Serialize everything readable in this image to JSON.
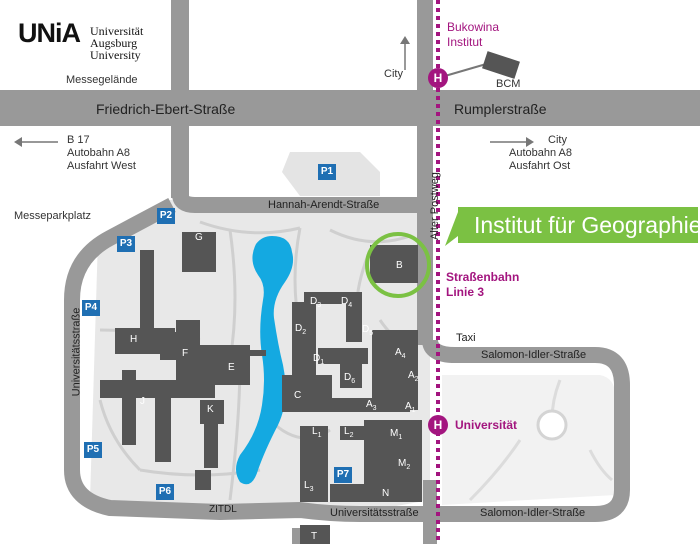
{
  "logo": {
    "mark": "UNiA",
    "line1": "Universität",
    "line2": "Augsburg",
    "line3": "University"
  },
  "areas": {
    "messegelaende": "Messegelände",
    "messeparkplatz": "Messeparkplatz",
    "bcm": "BCM",
    "bukowina_line1": "Bukowina",
    "bukowina_line2": "Institut"
  },
  "directions": {
    "city_north": "City",
    "west_line1": "B 17",
    "west_line2": "Autobahn A8",
    "west_line3": "Ausfahrt West",
    "east_line1": "City",
    "east_line2": "Autobahn A8",
    "east_line3": "Ausfahrt Ost"
  },
  "streets": {
    "friedrich_ebert": "Friedrich-Ebert-Straße",
    "rumpler": "Rumplerstraße",
    "hannah_arendt": "Hannah-Arendt-Straße",
    "alter_postweg": "Alter Postweg",
    "universitaets_west": "Universitätsstraße",
    "universitaets_south": "Universitätsstraße",
    "salomon_north": "Salomon-Idler-Straße",
    "salomon_south": "Salomon-Idler-Straße"
  },
  "callout": {
    "institut": "Institut für Geographie",
    "tram_line1": "Straßenbahn",
    "tram_line2": "Linie 3"
  },
  "stops": {
    "h_symbol": "H",
    "universitaet": "Universität",
    "taxi": "Taxi"
  },
  "parking": [
    "P1",
    "P2",
    "P3",
    "P4",
    "P5",
    "P6",
    "P7"
  ],
  "buildings": {
    "G": "G",
    "B": "B",
    "H": "H",
    "F": "F",
    "E": "E",
    "J": "J",
    "K": "K",
    "C": "C",
    "T": "T",
    "N": "N",
    "D1": "D",
    "D2": "D",
    "D3": "D",
    "D4": "D",
    "D5": "D",
    "D6": "D",
    "A1": "A",
    "A2": "A",
    "A3": "A",
    "A4": "A",
    "M1": "M",
    "M2": "M",
    "L1": "L",
    "L2": "L",
    "L3": "L",
    "zitdl": "ZITDL"
  },
  "subscripts": {
    "D1": "1",
    "D2": "2",
    "D3": "3",
    "D4": "4",
    "D5": "5",
    "D6": "6",
    "A1": "1",
    "A2": "2",
    "A3": "3",
    "A4": "4",
    "M1": "1",
    "M2": "2",
    "L1": "1",
    "L2": "2",
    "L3": "3"
  },
  "colors": {
    "road": "#999999",
    "building": "#555555",
    "campus": "#e8e8e8",
    "tram": "#a3157f",
    "callout": "#7bc143",
    "parking": "#1f6fb3",
    "lake": "#14a9e1",
    "footpath": "#cfcfcf"
  }
}
